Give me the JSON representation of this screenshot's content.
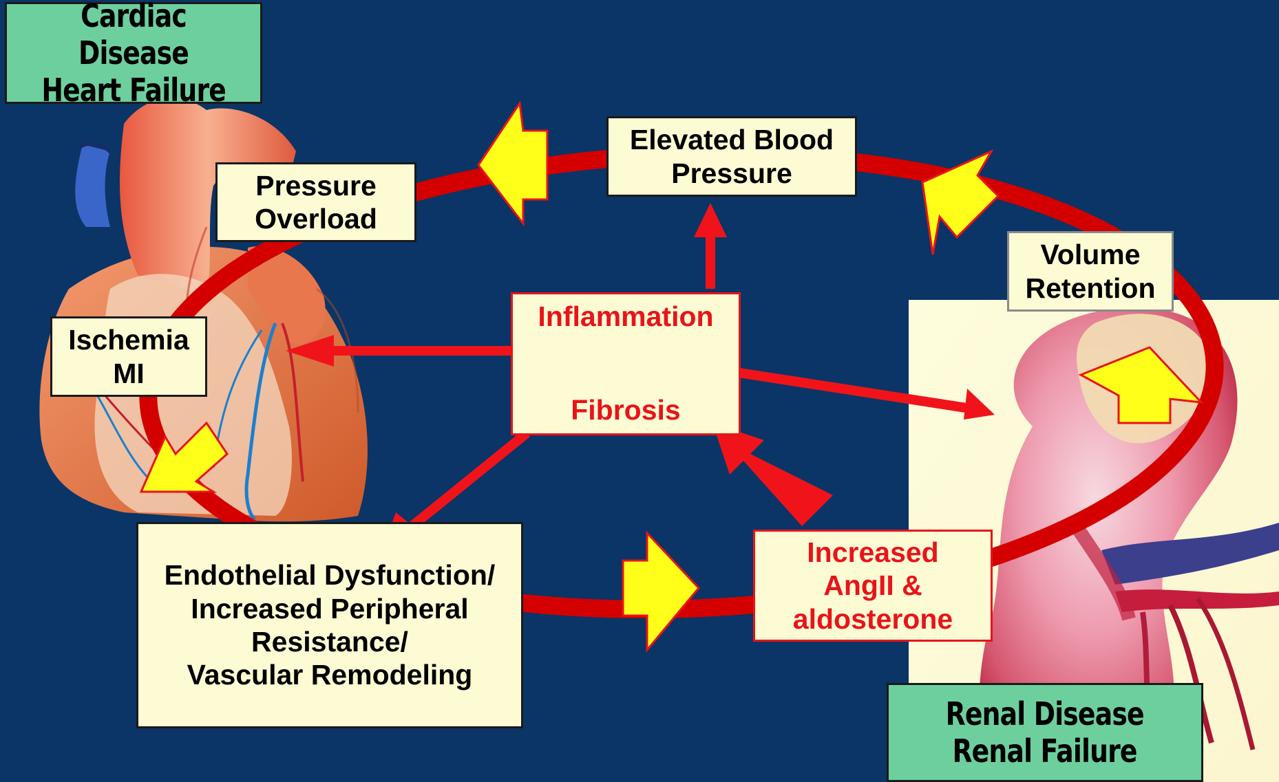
{
  "labels": {
    "cardiac": [
      "Cardiac Disease",
      "Heart Failure"
    ],
    "renal": [
      "Renal Disease",
      "Renal Failure"
    ]
  },
  "boxes": {
    "pressure_overload": [
      "Pressure",
      "Overload"
    ],
    "elevated_bp": [
      "Elevated Blood",
      "Pressure"
    ],
    "volume_retention": [
      "Volume",
      "Retention"
    ],
    "ischemia": [
      "Ischemia",
      "MI"
    ],
    "endothelial": [
      "Endothelial Dysfunction/",
      "Increased Peripheral",
      "Resistance/",
      "Vascular Remodeling"
    ],
    "angii": [
      "Increased",
      "AngII &",
      "aldosterone"
    ]
  },
  "center": {
    "top": "Inflammation",
    "bottom": "Fibrosis"
  },
  "colors": {
    "background": "#0a3566",
    "cycle": "#d40000",
    "arrow_red": "#f0141a",
    "arrow_yellow": "#ffff1a",
    "box_fill": "#fdfbd4",
    "label_green": "#6ecf9e"
  },
  "images": {
    "heart": "heart-illustration",
    "kidney": "kidney-illustration"
  }
}
